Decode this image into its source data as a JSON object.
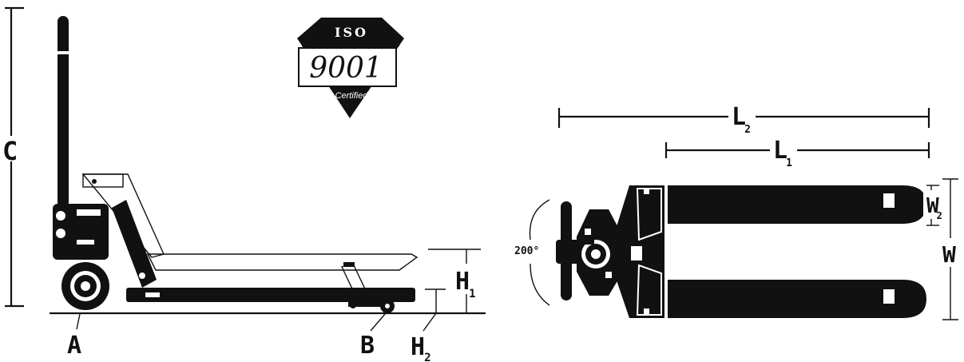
{
  "iso_badge": {
    "line1": "ISO",
    "line2": "9001",
    "line3": "Certified"
  },
  "side_view": {
    "label_c": "C",
    "label_a": "A",
    "label_b": "B",
    "label_h1_main": "H",
    "label_h1_sub": "1",
    "label_h2_main": "H",
    "label_h2_sub": "2"
  },
  "top_view": {
    "label_l2_main": "L",
    "label_l2_sub": "2",
    "label_l1_main": "L",
    "label_l1_sub": "1",
    "label_w2_main": "W",
    "label_w2_sub": "2",
    "label_w": "W",
    "label_angle": "200°"
  },
  "colors": {
    "ink": "#111111",
    "background": "#ffffff"
  }
}
